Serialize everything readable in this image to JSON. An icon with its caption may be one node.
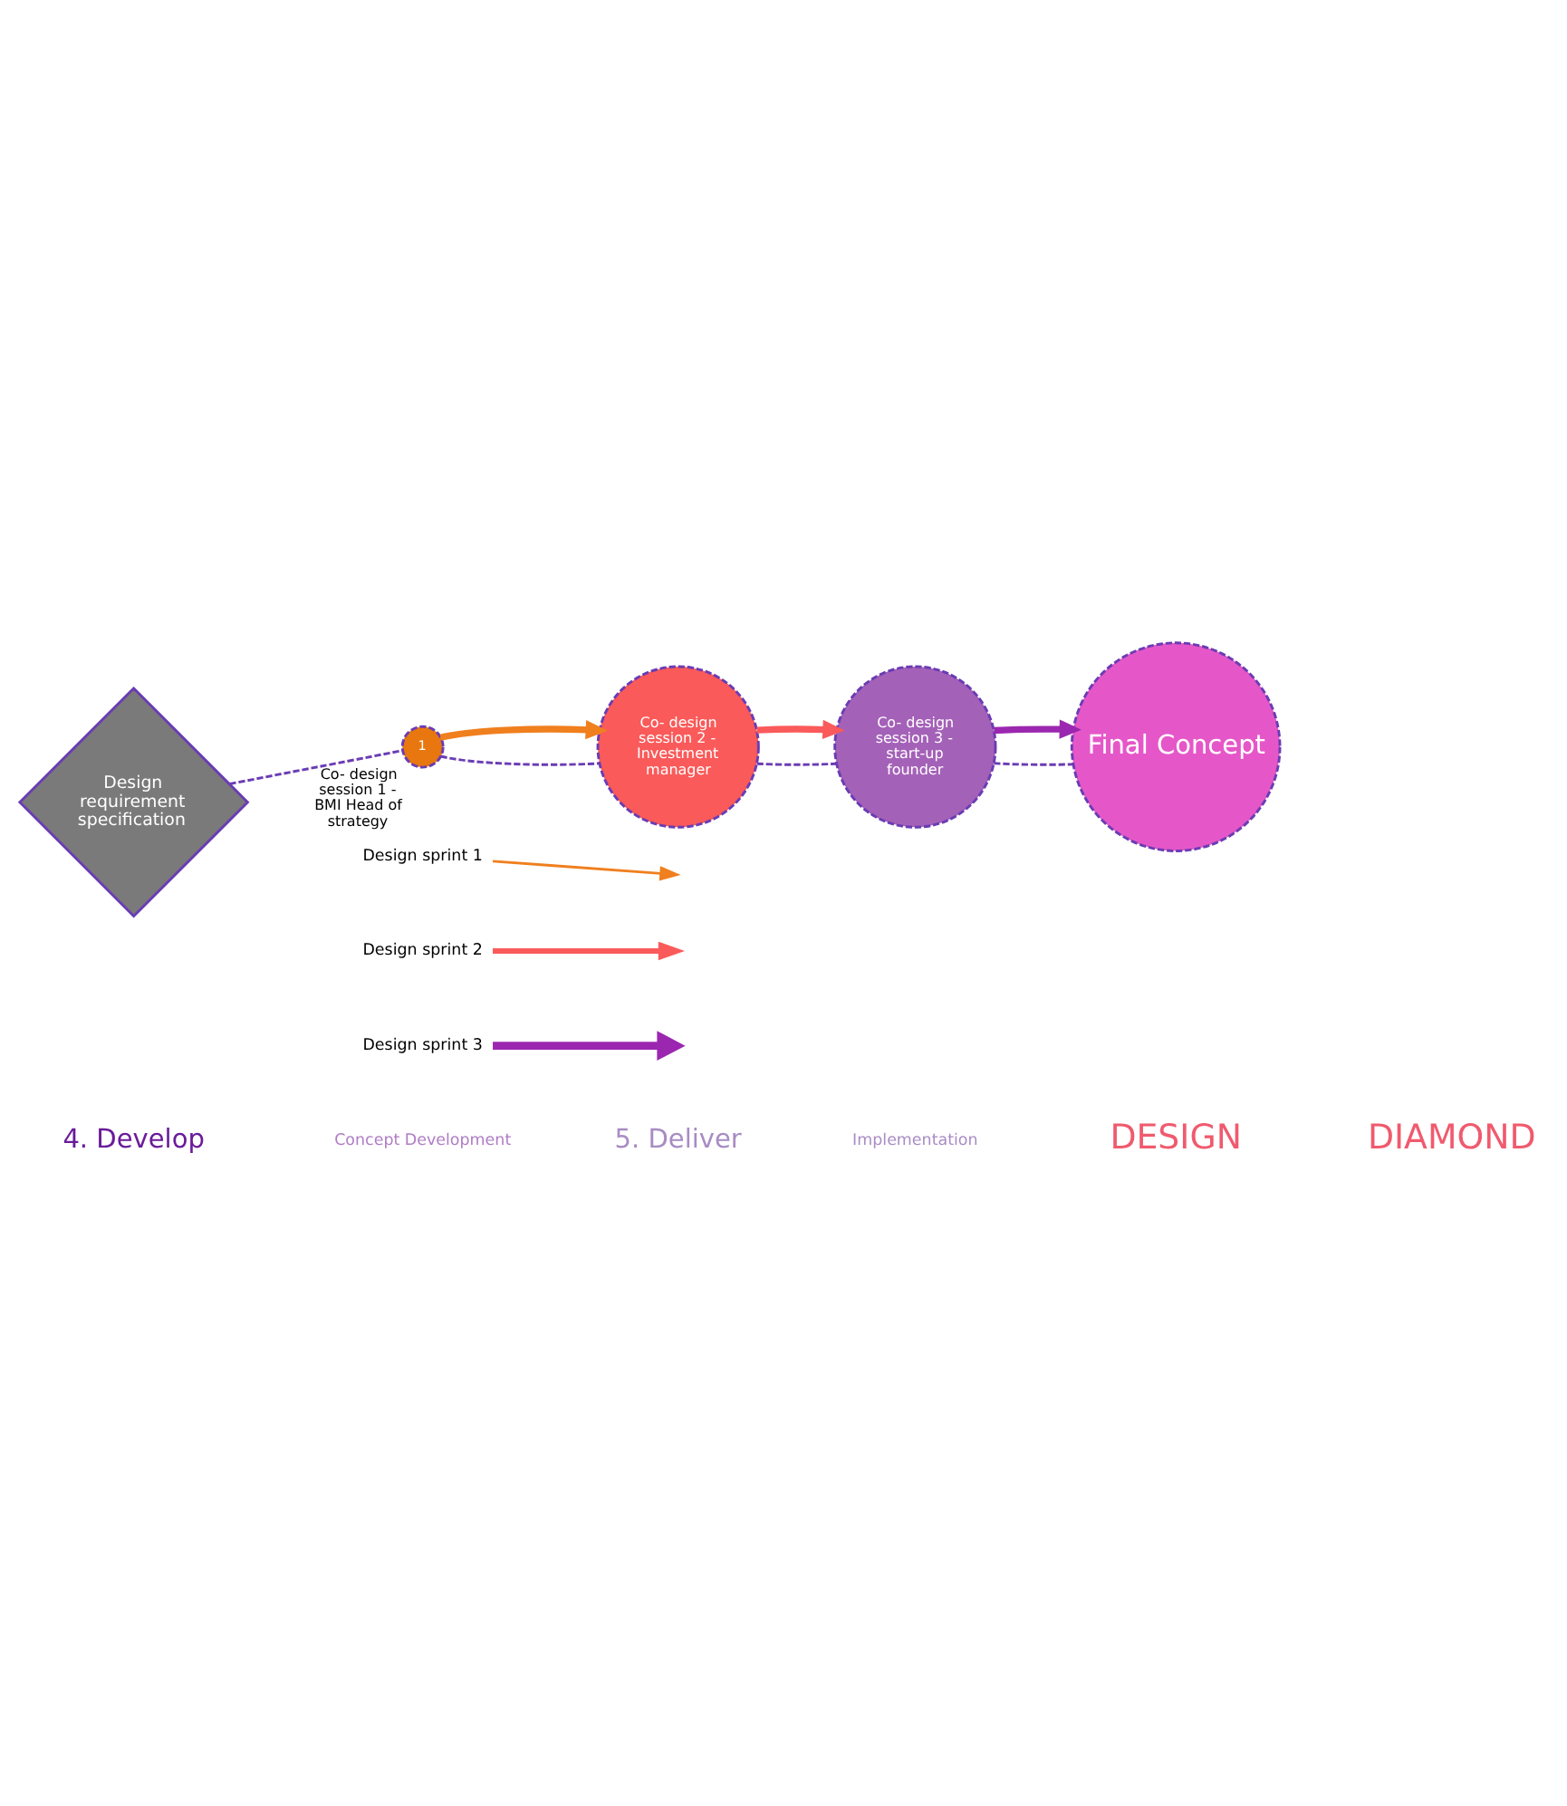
{
  "diagram": {
    "nodes": [
      {
        "text": [
          "Design requirement specification"
        ]
      },
      {
        "text": [
          "1"
        ],
        "beside": [
          "Co- design session 1 - BMI Head of strategy"
        ]
      },
      {
        "text": [
          "Co- design session 3 - start-up founder"
        ]
      },
      {
        "text": [
          "Co- design session 2 - Investment manager"
        ]
      },
      {
        "text": [
          "Final Concept"
        ]
      }
    ],
    "edges": [
      {
        "from": 0,
        "to": 1,
        "arrow": "none",
        "style": "dashed"
      },
      {
        "from": 1,
        "to": 3,
        "arrow": "none",
        "style": "dashed"
      },
      {
        "from": 3,
        "to": 2,
        "arrow": "none",
        "style": "dashed"
      },
      {
        "from": 2,
        "to": 4,
        "arrow": "none",
        "style": "dashed"
      },
      {
        "from": 1,
        "to": 3,
        "arrow": "to",
        "style": "thick",
        "color": "#f07f1e"
      },
      {
        "from": 3,
        "to": 2,
        "arrow": "to",
        "style": "thick",
        "color": "#fa5a5a"
      },
      {
        "from": 2,
        "to": 4,
        "arrow": "to",
        "style": "thick",
        "color": "#9b27b0"
      }
    ],
    "labels": [
      "4. Develop",
      "Concept Development",
      "5. Deliver",
      "Implementation",
      "DESIGN",
      "DIAMOND"
    ],
    "legend": [
      {
        "text": "Design sprint 1"
      },
      {
        "text": "Design sprint 2"
      },
      {
        "text": "Design sprint 3"
      }
    ]
  }
}
